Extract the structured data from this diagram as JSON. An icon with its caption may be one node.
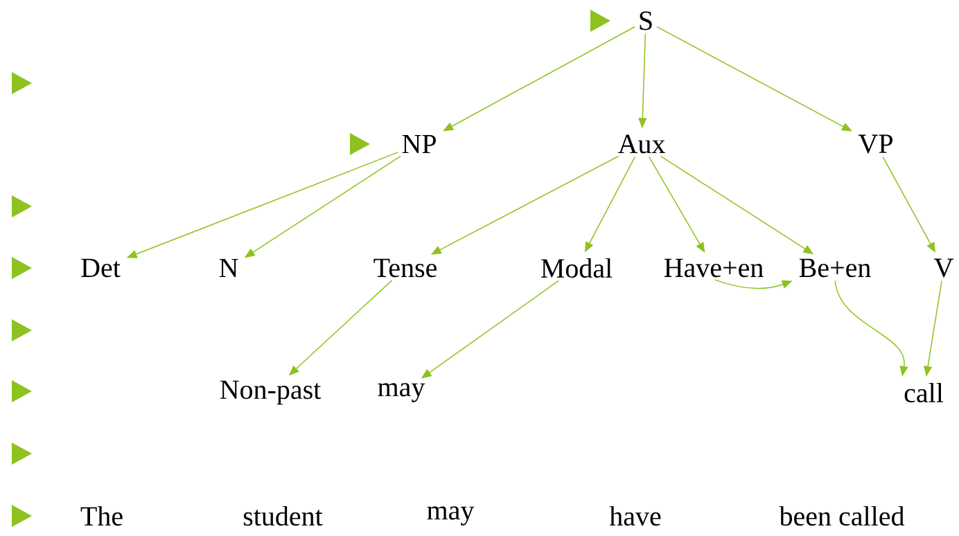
{
  "diagram": {
    "nodes": [
      {
        "text": [
          "S"
        ]
      },
      {
        "text": [
          "NP"
        ]
      },
      {
        "text": [
          "Aux"
        ]
      },
      {
        "text": [
          "VP"
        ]
      },
      {
        "text": [
          "Det"
        ]
      },
      {
        "text": [
          "N"
        ]
      },
      {
        "text": [
          "Tense"
        ]
      },
      {
        "text": [
          "Modal"
        ]
      },
      {
        "text": [
          "Have+en"
        ]
      },
      {
        "text": [
          "Be+en"
        ]
      },
      {
        "text": [
          "V"
        ]
      },
      {
        "text": [
          "Non-past"
        ]
      },
      {
        "text": [
          "may"
        ]
      },
      {
        "text": [
          "call"
        ]
      },
      {
        "text": [
          "The"
        ]
      },
      {
        "text": [
          "student"
        ]
      },
      {
        "text": [
          "may"
        ]
      },
      {
        "text": [
          "have"
        ]
      },
      {
        "text": [
          "been called"
        ]
      }
    ],
    "edges": [
      {
        "from": 0,
        "to": 1,
        "arrow": "to"
      },
      {
        "from": 0,
        "to": 2,
        "arrow": "to"
      },
      {
        "from": 0,
        "to": 3,
        "arrow": "to"
      },
      {
        "from": 1,
        "to": 4,
        "arrow": "to"
      },
      {
        "from": 1,
        "to": 5,
        "arrow": "to"
      },
      {
        "from": 2,
        "to": 6,
        "arrow": "to"
      },
      {
        "from": 2,
        "to": 7,
        "arrow": "to"
      },
      {
        "from": 2,
        "to": 8,
        "arrow": "to"
      },
      {
        "from": 2,
        "to": 9,
        "arrow": "to"
      },
      {
        "from": 3,
        "to": 10,
        "arrow": "to"
      },
      {
        "from": 6,
        "to": 11,
        "arrow": "to"
      },
      {
        "from": 7,
        "to": 12,
        "arrow": "to"
      },
      {
        "from": 8,
        "to": 9,
        "arrow": "to"
      },
      {
        "from": 9,
        "to": 13,
        "arrow": "to"
      },
      {
        "from": 10,
        "to": 13,
        "arrow": "to"
      }
    ]
  }
}
